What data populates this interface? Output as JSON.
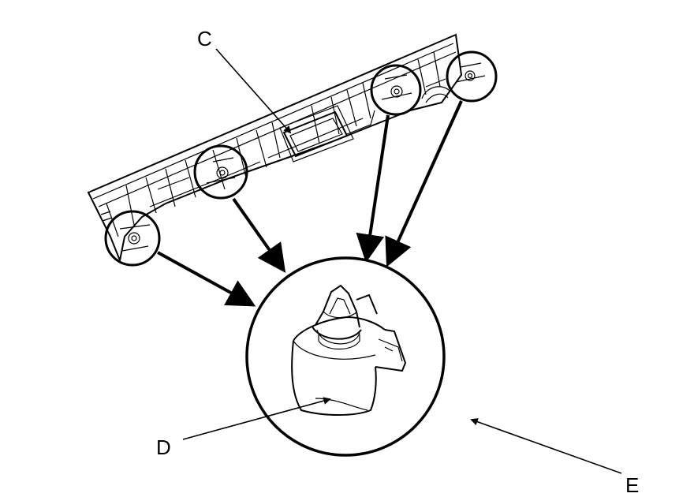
{
  "callouts": {
    "c": "C",
    "d": "D",
    "e": "E"
  },
  "colors": {
    "line": "#000000",
    "background": "#ffffff"
  }
}
